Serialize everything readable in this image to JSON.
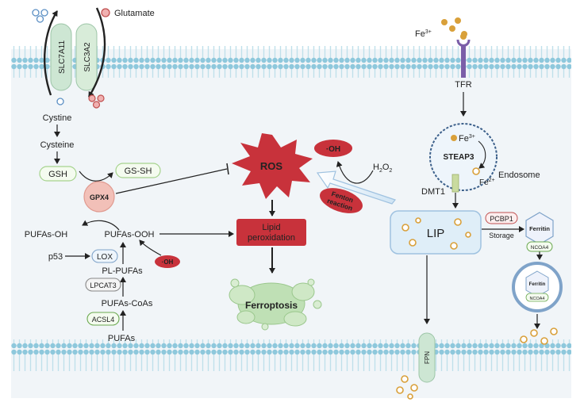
{
  "labels": {
    "glutamate": "Glutamate",
    "slc7a11": "SLC7A11",
    "slc3a2": "SLC3A2",
    "cystine": "Cystine",
    "cysteine": "Cysteine",
    "gsh": "GSH",
    "gssh": "GS-SH",
    "gpx4": "GPX4",
    "pufas_oh": "PUFAs-OH",
    "pufas_ooh": "PUFAs-OOH",
    "p53": "p53",
    "lox": "LOX",
    "pl_pufas": "PL-PUFAs",
    "lpcat3": "LPCAT3",
    "pufas_coas": "PUFAs-CoAs",
    "acsl4": "ACSL4",
    "pufas": "PUFAs",
    "oh_small": "·OH",
    "ros": "ROS",
    "oh_top": "·OH",
    "h2o2_main": "H",
    "h2o2_sub1": "2",
    "h2o2_mid": "O",
    "h2o2_sub2": "2",
    "fenton_line1": "Fenton",
    "fenton_line2": "reaction",
    "lipid_line1": "Lipid",
    "lipid_line2": "peroxidation",
    "ferroptosis": "Ferroptosis",
    "fe3_top_main": "Fe",
    "fe3_top_sup": "3+",
    "tfr": "TFR",
    "fe3_endo_main": "Fe",
    "fe3_endo_sup": "3+",
    "steap3": "STEAP3",
    "fe2_main": "Fe",
    "fe2_sup": "2+",
    "endosome": "Endosome",
    "dmt1": "DMT1",
    "lip": "LIP",
    "pcbp1": "PCBP1",
    "storage": "Storage",
    "ferritin": "Ferritin",
    "ncoa4": "NCOA4",
    "ferritin_inner": "Ferritin",
    "ncoa4_inner": "NCOA4",
    "fpn": "FPN"
  },
  "colors": {
    "membrane_head": "#9fd0e0",
    "membrane_tail": "#c9e6ee",
    "cytoplasm": "#f1f5f8",
    "ros_red": "#c8323b",
    "iron_gold": "#d9a03a",
    "gpx4_pink": "#f2c0b8",
    "green_box": "#6aa84f",
    "lip_blue": "#dfeef8",
    "ferroptosis_green": "#bfe0b5"
  }
}
